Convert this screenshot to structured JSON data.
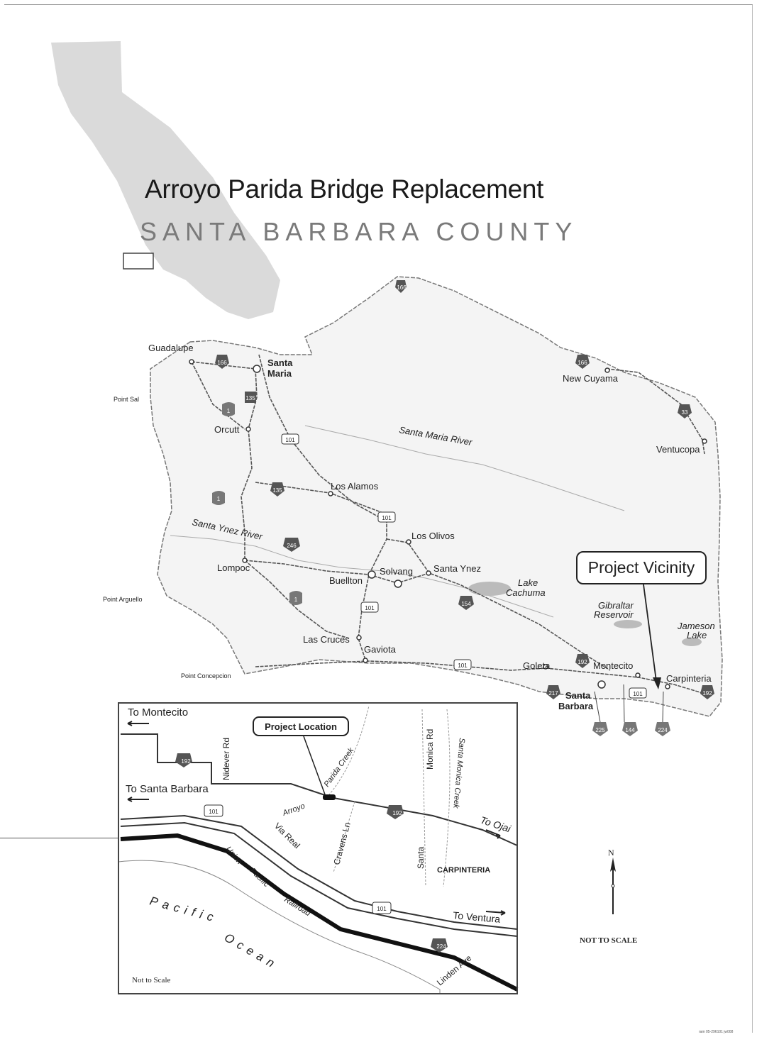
{
  "header": {
    "title": "Arroyo Parida Bridge Replacement",
    "subtitle": "SANTA BARBARA COUNTY"
  },
  "county_map": {
    "callout": "Project Vicinity",
    "places": [
      {
        "id": "guadalupe",
        "label": "Guadalupe"
      },
      {
        "id": "santa-maria-1",
        "label": "Santa"
      },
      {
        "id": "santa-maria-2",
        "label": "Maria"
      },
      {
        "id": "point-sal",
        "label": "Point Sal"
      },
      {
        "id": "orcutt",
        "label": "Orcutt"
      },
      {
        "id": "new-cuyama",
        "label": "New Cuyama"
      },
      {
        "id": "ventucopa",
        "label": "Ventucopa"
      },
      {
        "id": "los-alamos",
        "label": "Los Alamos"
      },
      {
        "id": "los-olivos",
        "label": "Los Olivos"
      },
      {
        "id": "lompoc",
        "label": "Lompoc"
      },
      {
        "id": "buellton",
        "label": "Buellton"
      },
      {
        "id": "solvang",
        "label": "Solvang"
      },
      {
        "id": "santa-ynez",
        "label": "Santa Ynez"
      },
      {
        "id": "point-arguello",
        "label": "Point Arguello"
      },
      {
        "id": "las-cruces",
        "label": "Las Cruces"
      },
      {
        "id": "gaviota",
        "label": "Gaviota"
      },
      {
        "id": "point-conception",
        "label": "Point Concepcion"
      },
      {
        "id": "goleta",
        "label": "Goleta"
      },
      {
        "id": "montecito",
        "label": "Montecito"
      },
      {
        "id": "carpinteria",
        "label": "Carpinteria"
      },
      {
        "id": "santa-barbara-1",
        "label": "Santa"
      },
      {
        "id": "santa-barbara-2",
        "label": "Barbara"
      }
    ],
    "water": [
      {
        "id": "santa-maria-river",
        "label": "Santa Maria River"
      },
      {
        "id": "santa-ynez-river",
        "label": "Santa Ynez River"
      },
      {
        "id": "lake-cachuma-1",
        "label": "Lake"
      },
      {
        "id": "lake-cachuma-2",
        "label": "Cachuma"
      },
      {
        "id": "gibraltar-1",
        "label": "Gibraltar"
      },
      {
        "id": "gibraltar-2",
        "label": "Reservoir"
      },
      {
        "id": "jameson-1",
        "label": "Jameson"
      },
      {
        "id": "jameson-2",
        "label": "Lake"
      }
    ],
    "routes": [
      "166",
      "166",
      "166",
      "135",
      "135",
      "1",
      "1",
      "1",
      "246",
      "154",
      "33",
      "101",
      "101",
      "101",
      "101",
      "101",
      "192",
      "192",
      "217",
      "225",
      "144",
      "224"
    ]
  },
  "inset_map": {
    "callout": "Project Location",
    "labels": {
      "to_montecito": "To Montecito",
      "to_santa_barbara": "To Santa Barbara",
      "nidever_rd": "Nidever Rd",
      "parida_creek": "Parida Creek",
      "arroyo": "Arroyo",
      "via_real": "Via Real",
      "cravens_ln": "Cravens Ln",
      "monica_rd": "Monica Rd",
      "santa_monica_creek": "Santa Monica Creek",
      "santa": "Santa",
      "to_ojai": "To Ojai",
      "carpinteria": "CARPINTERIA",
      "union": "Union",
      "pacific": "Pacific",
      "railroad": "Railroad",
      "ocean_1": "Pacific",
      "ocean_2": "Ocean",
      "to_ventura": "To Ventura",
      "linden_ave": "Linden Ave",
      "scale": "Not to Scale"
    },
    "routes": [
      "192",
      "101",
      "192",
      "101",
      "224"
    ]
  },
  "legend": {
    "north": "N",
    "scale": "NOT TO SCALE"
  },
  "footer": {
    "drawing_id": "ram 05-296101 jw008"
  },
  "colors": {
    "county_fill": "#f2f2f2",
    "state_fill": "#c8c8c8",
    "road": "#555555",
    "shield": "#555555"
  }
}
